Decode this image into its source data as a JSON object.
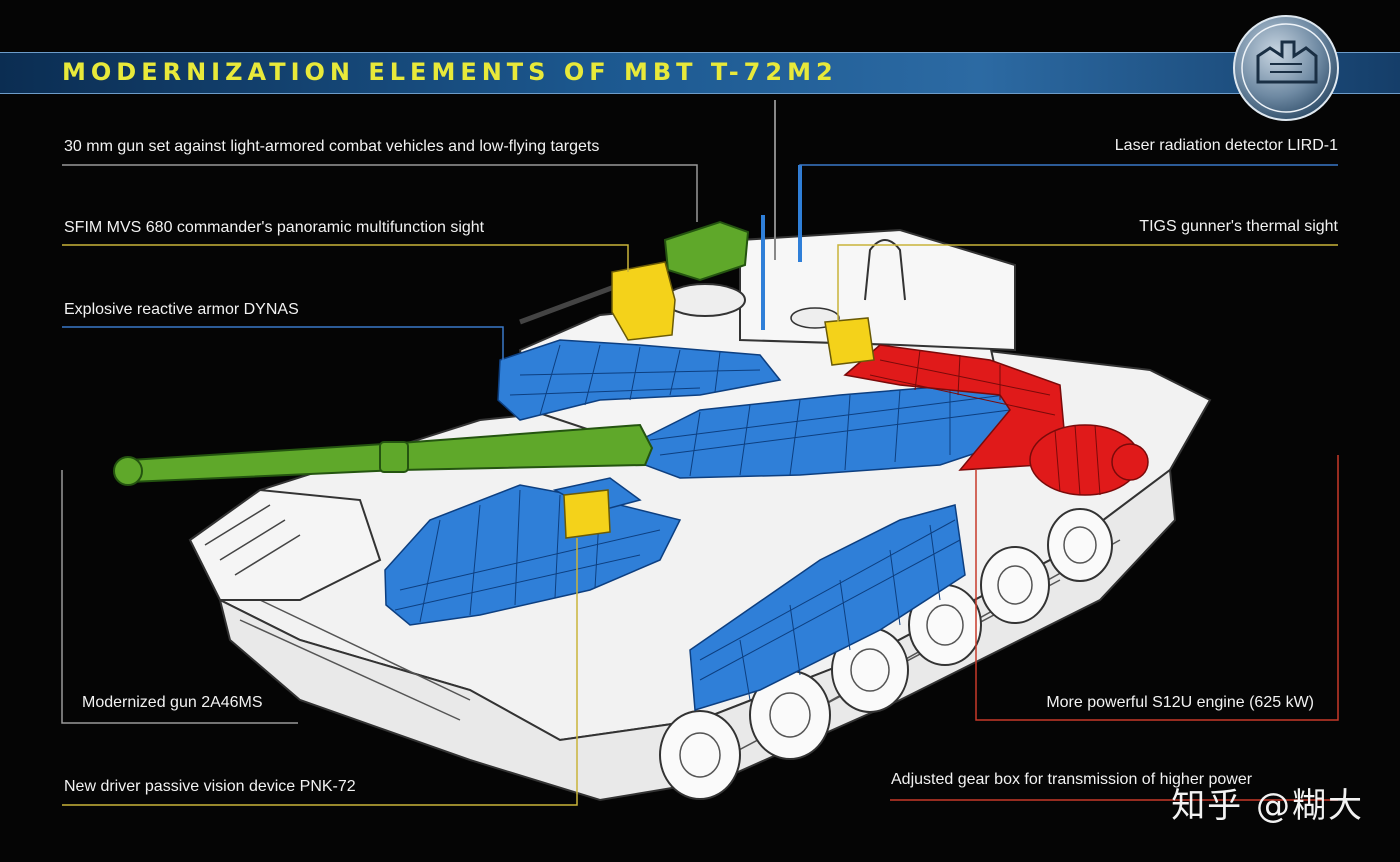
{
  "title": "MODERNIZATION ELEMENTS OF MBT T-72M2",
  "labels": {
    "gun30": "30 mm gun set against light-armored combat vehicles and low-flying targets",
    "sfim": "SFIM MVS 680 commander's panoramic multifunction sight",
    "era": "Explosive reactive armor DYNAS",
    "gun": "Modernized gun 2A46MS",
    "pnk": "New driver passive vision device PNK-72",
    "lird": "Laser radiation detector LIRD-1",
    "tigs": "TIGS gunner's thermal sight",
    "engine": "More powerful S12U engine (625 kW)",
    "gearbox": "Adjusted gear box for transmission of higher power"
  },
  "watermark": "知乎 @糊大",
  "colors": {
    "banner": "#1d5a92",
    "title": "#e8e93a",
    "armor": "#2f7fd8",
    "gun": "#5fa82a",
    "sight": "#f4d21a",
    "engine": "#e01a1a",
    "hull": "#f2f2f2",
    "leader_gray": "#9a9a9a",
    "leader_yellow": "#c9b43a",
    "leader_blue": "#3a78c8",
    "leader_red": "#c83a2a"
  }
}
